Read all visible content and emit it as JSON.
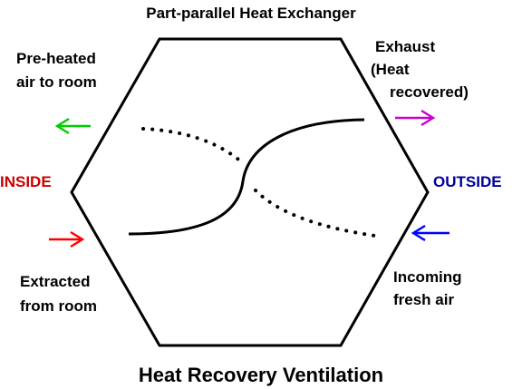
{
  "title": "Part-parallel Heat Exchanger",
  "caption": "Heat Recovery Ventilation",
  "labels": {
    "inside": "INSIDE",
    "outside": "OUTSIDE",
    "preheated_line1": "Pre-heated",
    "preheated_line2": "air to room",
    "exhaust_line1": "Exhaust",
    "exhaust_line2": "(Heat",
    "exhaust_line3": "recovered)",
    "extracted_line1": "Extracted",
    "extracted_line2": "from room",
    "incoming_line1": "Incoming",
    "incoming_line2": "fresh air"
  },
  "colors": {
    "inside": "#cc0000",
    "outside": "#000099",
    "preheated_arrow": "#00cc00",
    "exhaust_arrow": "#cc00cc",
    "extracted_arrow": "#ff0000",
    "incoming_arrow": "#0000ff",
    "outline": "#000000"
  },
  "icons": {
    "preheated_arrow": "arrow-left-icon",
    "exhaust_arrow": "arrow-right-icon",
    "extracted_arrow": "arrow-right-icon",
    "incoming_arrow": "arrow-left-icon"
  }
}
